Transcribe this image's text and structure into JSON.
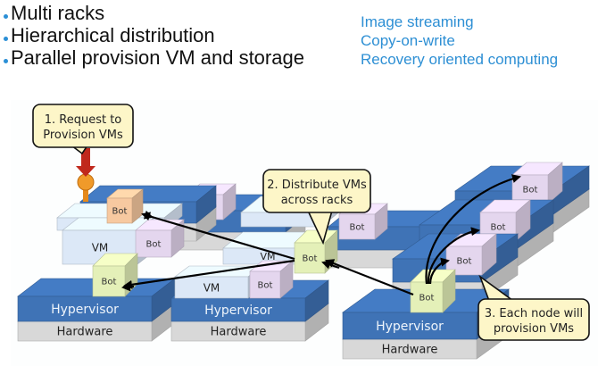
{
  "bullets": [
    {
      "text": "Multi racks"
    },
    {
      "text": "Hierarchical distribution"
    },
    {
      "text": "Parallel provision VM and storage"
    }
  ],
  "features": [
    {
      "text": "Image streaming"
    },
    {
      "text": "Copy-on-write"
    },
    {
      "text": "Recovery oriented computing"
    }
  ],
  "colors": {
    "bullet_dot": "#2b8fd6",
    "feature_text": "#2d8fd4",
    "hypervisor": "#3f73b6",
    "hardware": "#d8d8d8",
    "vm": "#dce8f7",
    "bot_purple": "#e4d6ee",
    "bot_green": "#e4f0b8",
    "bot_orange": "#f7c9a0",
    "callout": "#fdf6c8",
    "request_arrow": "#c0281c"
  },
  "diagram": {
    "callouts": [
      {
        "line1": "1. Request to",
        "line2": "Provision VMs"
      },
      {
        "line1": "2. Distribute VMs",
        "line2": "across racks"
      },
      {
        "line1": "3. Each node will",
        "line2": "provision VMs"
      }
    ],
    "labels": {
      "hypervisor": "Hypervisor",
      "hardware": "Hardware",
      "vm": "VM",
      "bot": "Bot"
    }
  }
}
